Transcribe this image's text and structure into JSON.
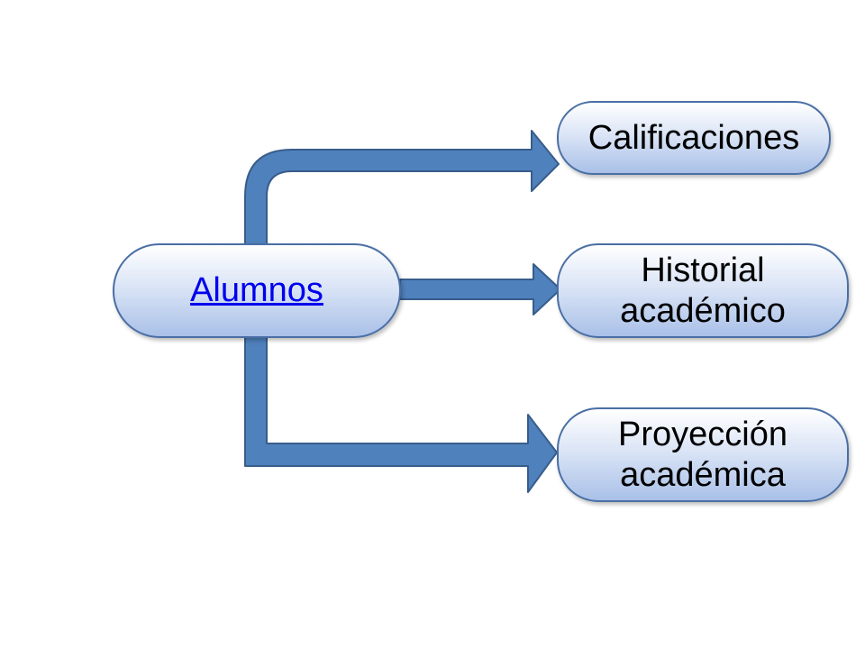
{
  "diagram": {
    "source_node": {
      "label": "Alumnos",
      "is_link": true
    },
    "target_nodes": [
      {
        "label": "Calificaciones"
      },
      {
        "label": "Historial\nacadémico"
      },
      {
        "label": "Proyección\nacadémica"
      }
    ],
    "connections": [
      {
        "from": "Alumnos",
        "to": "Calificaciones"
      },
      {
        "from": "Alumnos",
        "to": "Historial académico"
      },
      {
        "from": "Alumnos",
        "to": "Proyección académica"
      }
    ]
  },
  "colors": {
    "arrow_fill": "#4f81bd",
    "arrow_stroke": "#385d8a",
    "node_border": "#4a6fa5",
    "link_text": "#0000ee"
  }
}
